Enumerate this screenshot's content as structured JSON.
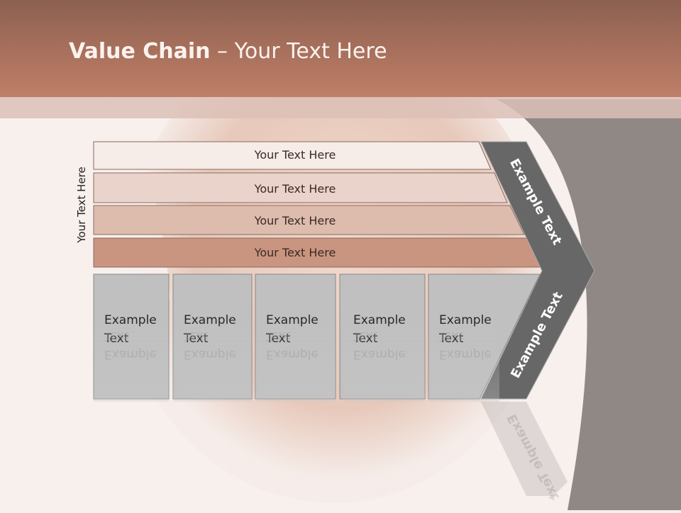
{
  "slide": {
    "title_bold": "Value Chain",
    "title_rest": " – Your Text Here",
    "side_label": "Your Text Here"
  },
  "rows": [
    {
      "label": "Your Text Here"
    },
    {
      "label": "Your Text Here"
    },
    {
      "label": "Your Text Here"
    },
    {
      "label": "Your Text Here"
    }
  ],
  "columns": [
    {
      "line1": "Example",
      "line2": "Text"
    },
    {
      "line1": "Example",
      "line2": "Text"
    },
    {
      "line1": "Example",
      "line2": "Text"
    },
    {
      "line1": "Example",
      "line2": "Text"
    },
    {
      "line1": "Example",
      "line2": "Text"
    }
  ],
  "arrow": {
    "upper_label": "Example Text",
    "lower_label": "Example Text"
  },
  "colors": {
    "header": "#b07561",
    "row1": "#f6ece8",
    "row2": "#ead3ca",
    "row3": "#ddbcae",
    "row4": "#c99580",
    "column": "#c0c0c0",
    "arrow": "#676767"
  }
}
